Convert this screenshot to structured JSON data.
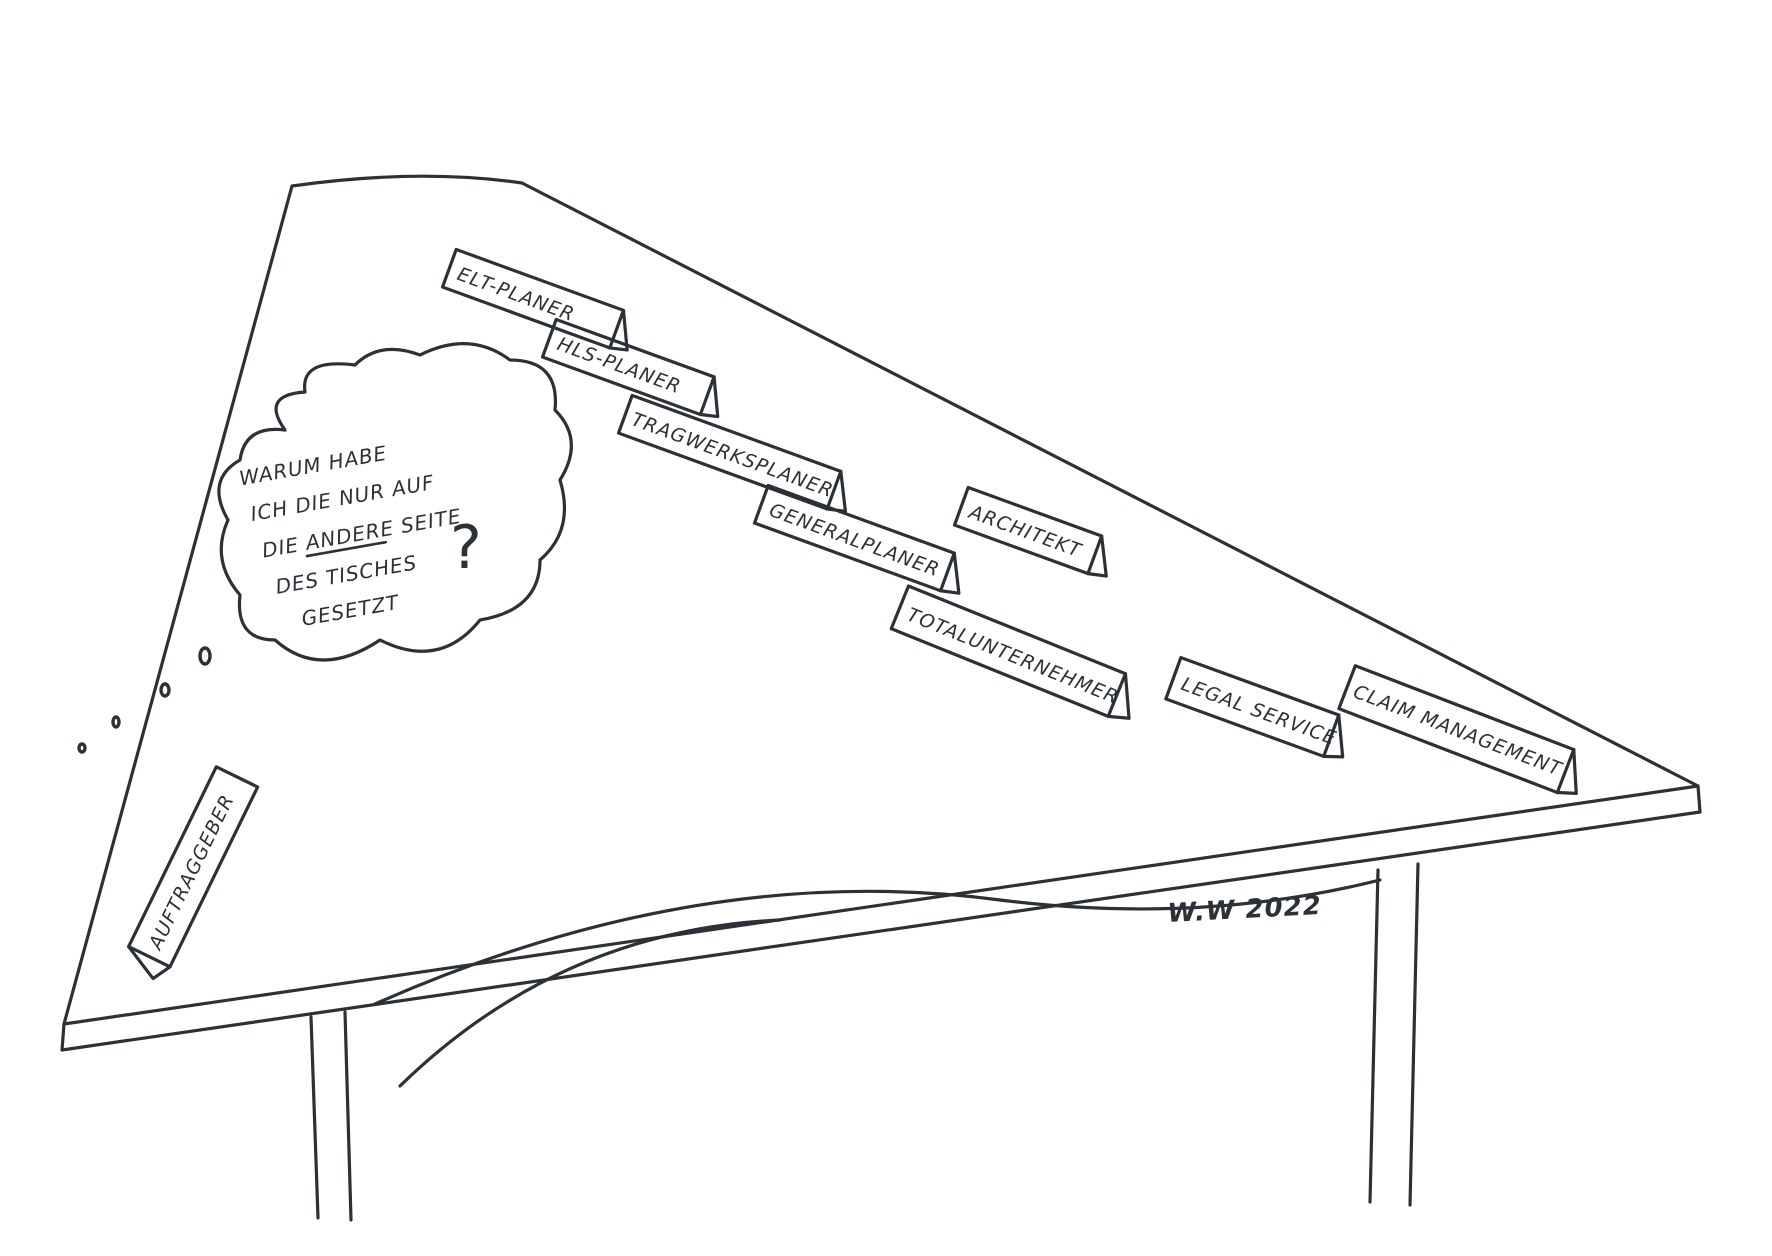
{
  "cards": [
    {
      "id": "elt-planer",
      "label": "ELT-PLANER"
    },
    {
      "id": "hls-planer",
      "label": "HLS-PLANER"
    },
    {
      "id": "tragwerksplaner",
      "label": "TRAGWERKSPLANER"
    },
    {
      "id": "generalplaner",
      "label": "GENERALPLANER"
    },
    {
      "id": "architekt",
      "label": "ARCHITEKT"
    },
    {
      "id": "totalunternehmer",
      "label": "TOTALUNTERNEHMER"
    },
    {
      "id": "legal-service",
      "label": "LEGAL SERVICE"
    },
    {
      "id": "claim-management",
      "label": "CLAIM MANAGEMENT"
    },
    {
      "id": "auftraggeber",
      "label": "AUFTRAGGEBER"
    }
  ],
  "thought_bubble": {
    "lines": [
      "WARUM HABE",
      "ICH DIE NUR AUF",
      "DIE ANDERE SEITE",
      "DES TISCHES",
      "GESETZT"
    ],
    "question_mark": "?"
  },
  "signature": "W.W 2022"
}
